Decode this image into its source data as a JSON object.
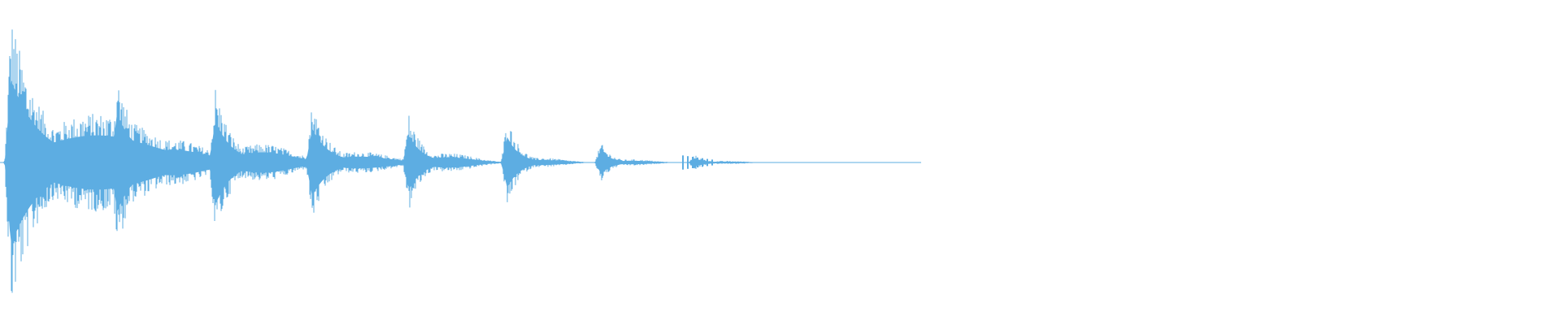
{
  "waveform": {
    "color": "#5DADE2",
    "background": "#FFFFFF",
    "amplitude_scale": 1.0,
    "hits": [
      {
        "t": 0.007,
        "peak": 0.98,
        "tail": 0.32,
        "decay": 0.055,
        "fill": 0.85
      },
      {
        "t": 0.075,
        "peak": 0.58,
        "tail": 0.15,
        "decay": 0.035,
        "fill": 0.8
      },
      {
        "t": 0.138,
        "peak": 0.5,
        "tail": 0.12,
        "decay": 0.03,
        "fill": 0.75
      },
      {
        "t": 0.2,
        "peak": 0.4,
        "tail": 0.07,
        "decay": 0.03,
        "fill": 0.7
      },
      {
        "t": 0.262,
        "peak": 0.32,
        "tail": 0.06,
        "decay": 0.025,
        "fill": 0.7
      },
      {
        "t": 0.325,
        "peak": 0.3,
        "tail": 0.03,
        "decay": 0.022,
        "fill": 0.7
      },
      {
        "t": 0.385,
        "peak": 0.13,
        "tail": 0.02,
        "decay": 0.02,
        "fill": 0.7
      },
      {
        "t": 0.445,
        "peak": 0.05,
        "tail": 0.01,
        "decay": 0.02,
        "fill": 0.7
      }
    ],
    "end_t": 0.59
  }
}
